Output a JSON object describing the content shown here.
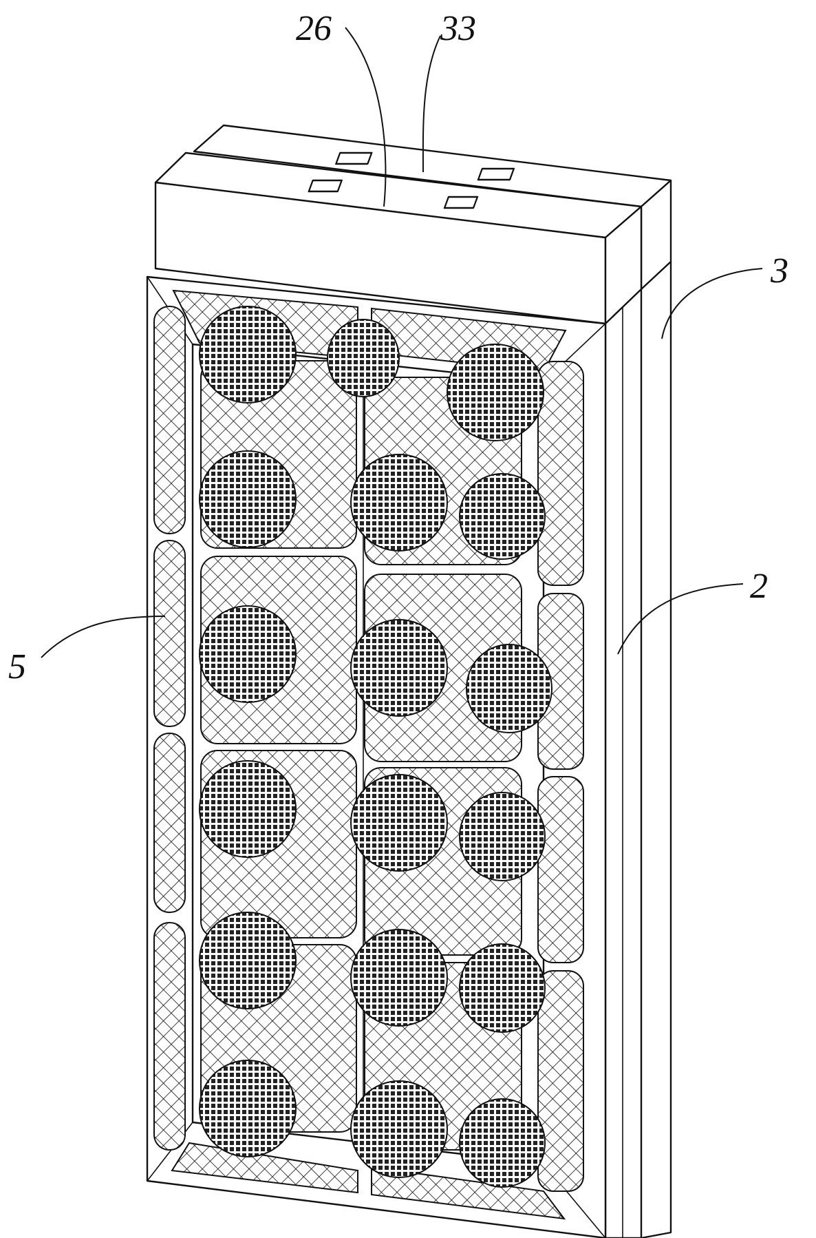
{
  "labels": {
    "label_26": "26",
    "label_33": "33",
    "label_3": "3",
    "label_2": "2",
    "label_5": "5"
  }
}
